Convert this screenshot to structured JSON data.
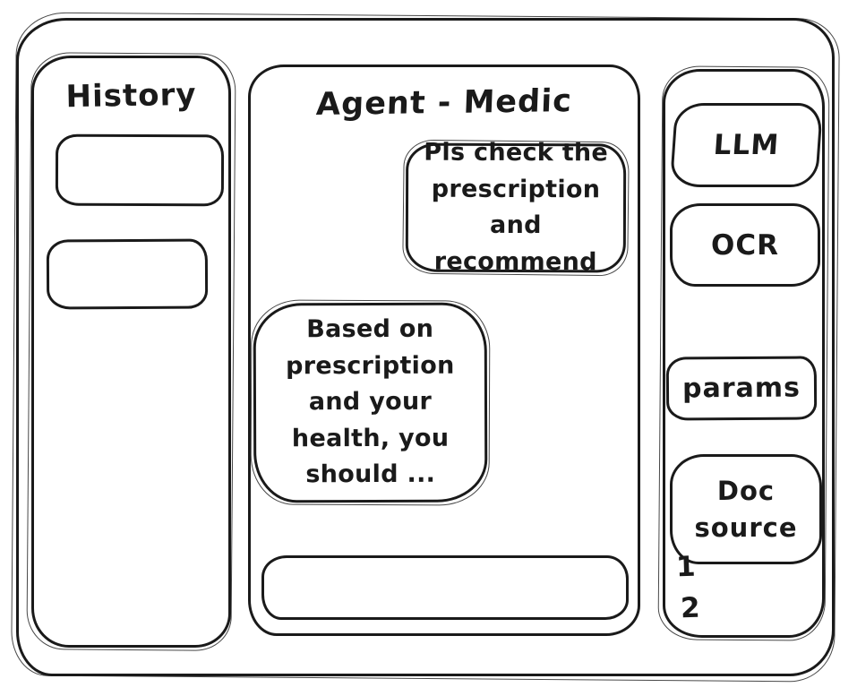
{
  "colors": {
    "stroke": "#1a1a1a",
    "background": "#ffffff"
  },
  "sidebar": {
    "title": "History",
    "items": [
      {
        "label": ""
      },
      {
        "label": ""
      }
    ]
  },
  "chat": {
    "title": "Agent - Medic",
    "messages": [
      {
        "role": "user",
        "text": "Pls check the prescription and recommend"
      },
      {
        "role": "assistant",
        "text": "Based on prescription and your health, you should ..."
      }
    ],
    "input": {
      "value": "",
      "placeholder": ""
    }
  },
  "tools_panel": {
    "buttons": [
      {
        "id": "llm",
        "label": "LLM"
      },
      {
        "id": "ocr",
        "label": "OCR"
      },
      {
        "id": "params",
        "label": "params"
      },
      {
        "id": "doc-source",
        "label": "Doc source"
      }
    ],
    "doc_list": [
      "1",
      "2"
    ]
  }
}
